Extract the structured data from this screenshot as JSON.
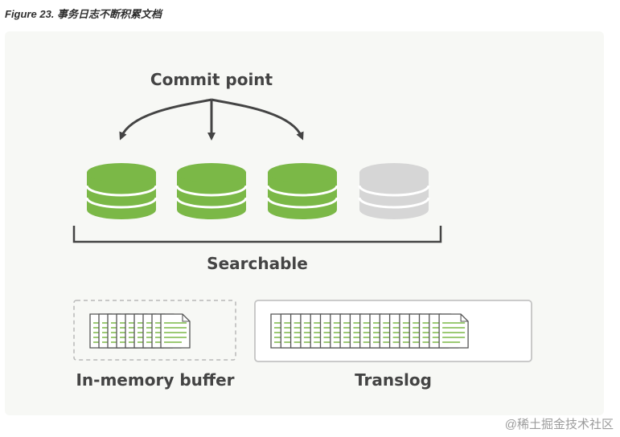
{
  "caption": "Figure 23. 事务日志不断积累文档",
  "labels": {
    "commit_point": "Commit point",
    "searchable": "Searchable",
    "in_memory_buffer": "In-memory buffer",
    "translog": "Translog"
  },
  "segments": [
    {
      "state": "committed"
    },
    {
      "state": "committed"
    },
    {
      "state": "committed"
    },
    {
      "state": "pending"
    }
  ],
  "in_memory_buffer_doc_count": 9,
  "translog_doc_count": 18,
  "colors": {
    "committed": "#7bb847",
    "pending": "#d6d6d6",
    "arrow": "#444444",
    "panel": "#f7f8f5",
    "doc_line": "#7bb847"
  },
  "watermark": "@稀土掘金技术社区"
}
